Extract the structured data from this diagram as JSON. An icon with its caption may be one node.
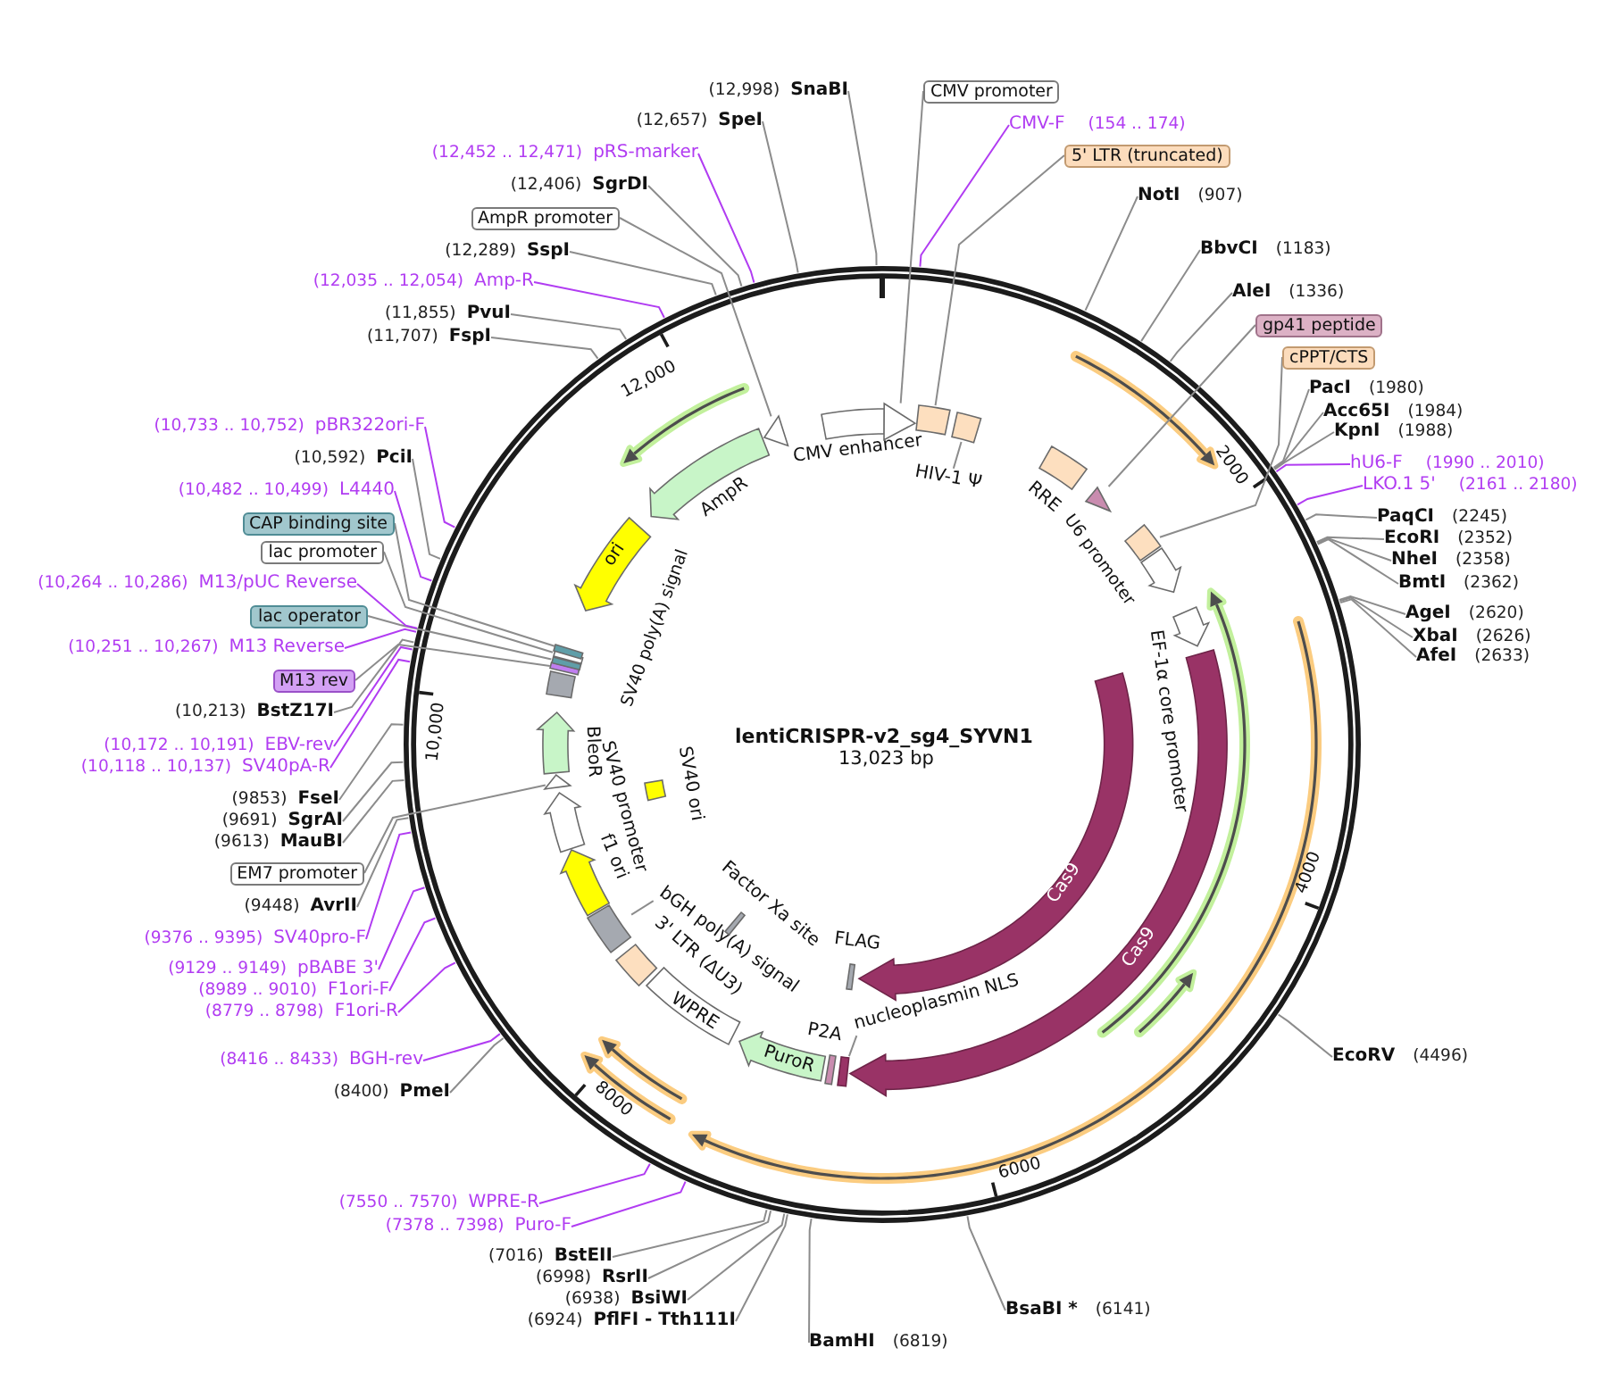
{
  "diagram": {
    "title": "lentiCRISPR-v2_sg4_SYVN1",
    "nodes": [
      {
        "text": [
          "(12,998)",
          "SnaBI"
        ]
      },
      {
        "text": [
          "CMV promoter"
        ]
      },
      {
        "text": [
          "CMV-F",
          "(154 .. 174)"
        ]
      },
      {
        "text": [
          "5' LTR (truncated)"
        ]
      },
      {
        "text": [
          "NotI",
          "(907)"
        ]
      },
      {
        "text": [
          "BbvCI",
          "(1183)"
        ]
      },
      {
        "text": [
          "AleI",
          "(1336)"
        ]
      },
      {
        "text": [
          "gp41 peptide"
        ]
      },
      {
        "text": [
          "cPPT/CTS"
        ]
      },
      {
        "text": [
          "PacI",
          "(1980)"
        ]
      },
      {
        "text": [
          "Acc65I",
          "(1984)"
        ]
      },
      {
        "text": [
          "KpnI",
          "(1988)"
        ]
      },
      {
        "text": [
          "hU6-F",
          "(1990 .. 2010)"
        ]
      },
      {
        "text": [
          "LKO.1 5'",
          "(2161 .. 2180)"
        ]
      },
      {
        "text": [
          "PaqCI",
          "(2245)"
        ]
      },
      {
        "text": [
          "EcoRI",
          "(2352)"
        ]
      },
      {
        "text": [
          "NheI",
          "(2358)"
        ]
      },
      {
        "text": [
          "BmtI",
          "(2362)"
        ]
      },
      {
        "text": [
          "AgeI",
          "(2620)"
        ]
      },
      {
        "text": [
          "XbaI",
          "(2626)"
        ]
      },
      {
        "text": [
          "AfeI",
          "(2633)"
        ]
      },
      {
        "text": [
          "EcoRV",
          "(4496)"
        ]
      },
      {
        "text": [
          "BsaBI *",
          "(6141)"
        ]
      },
      {
        "text": [
          "BamHI",
          "(6819)"
        ]
      },
      {
        "text": [
          "(6924)",
          "PflFI - Tth111I"
        ]
      },
      {
        "text": [
          "(6938)",
          "BsiWI"
        ]
      },
      {
        "text": [
          "(6998)",
          "RsrII"
        ]
      },
      {
        "text": [
          "(7016)",
          "BstEII"
        ]
      },
      {
        "text": [
          "(7378 .. 7398)",
          "Puro-F"
        ]
      },
      {
        "text": [
          "(7550 .. 7570)",
          "WPRE-R"
        ]
      },
      {
        "text": [
          "(8400)",
          "PmeI"
        ]
      },
      {
        "text": [
          "(8416 .. 8433)",
          "BGH-rev"
        ]
      },
      {
        "text": [
          "(8779 .. 8798)",
          "F1ori-R"
        ]
      },
      {
        "text": [
          "(8989 .. 9010)",
          "F1ori-F"
        ]
      },
      {
        "text": [
          "(9129 .. 9149)",
          "pBABE 3'"
        ]
      },
      {
        "text": [
          "(9376 .. 9395)",
          "SV40pro-F"
        ]
      },
      {
        "text": [
          "(9448)",
          "AvrII"
        ]
      },
      {
        "text": [
          "EM7 promoter"
        ]
      },
      {
        "text": [
          "(9613)",
          "MauBI"
        ]
      },
      {
        "text": [
          "(9691)",
          "SgrAI"
        ]
      },
      {
        "text": [
          "(9853)",
          "FseI"
        ]
      },
      {
        "text": [
          "(10,118 .. 10,137)",
          "SV40pA-R"
        ]
      },
      {
        "text": [
          "(10,172 .. 10,191)",
          "EBV-rev"
        ]
      },
      {
        "text": [
          "(10,213)",
          "BstZ17I"
        ]
      },
      {
        "text": [
          "M13 rev"
        ]
      },
      {
        "text": [
          "(10,251 .. 10,267)",
          "M13 Reverse"
        ]
      },
      {
        "text": [
          "lac operator"
        ]
      },
      {
        "text": [
          "(10,264 .. 10,286)",
          "M13/pUC Reverse"
        ]
      },
      {
        "text": [
          "lac promoter"
        ]
      },
      {
        "text": [
          "CAP binding site"
        ]
      },
      {
        "text": [
          "(10,482 .. 10,499)",
          "L4440"
        ]
      },
      {
        "text": [
          "(10,592)",
          "PciI"
        ]
      },
      {
        "text": [
          "(10,733 .. 10,752)",
          "pBR322ori-F"
        ]
      },
      {
        "text": [
          "(11,707)",
          "FspI"
        ]
      },
      {
        "text": [
          "(11,855)",
          "PvuI"
        ]
      },
      {
        "text": [
          "(12,035 .. 12,054)",
          "Amp-R"
        ]
      },
      {
        "text": [
          "(12,289)",
          "SspI"
        ]
      },
      {
        "text": [
          "AmpR promoter"
        ]
      },
      {
        "text": [
          "(12,406)",
          "SgrDI"
        ]
      },
      {
        "text": [
          "(12,452 .. 12,471)",
          "pRS-marker"
        ]
      },
      {
        "text": [
          "(12,657)",
          "SpeI"
        ]
      },
      {
        "text": [],
        "shape": "box",
        "beside": [
          "CMV enhancer"
        ]
      },
      {
        "text": [],
        "shape": "arrow"
      },
      {
        "text": [],
        "shape": "box"
      },
      {
        "text": [],
        "shape": "box"
      },
      {
        "text": [],
        "shape": "box",
        "beside": [
          "RRE"
        ]
      },
      {
        "text": [],
        "shape": "arrow"
      },
      {
        "text": [],
        "shape": "box"
      },
      {
        "text": [],
        "shape": "arrow"
      },
      {
        "text": [],
        "shape": "arrow",
        "beside": [
          "EF-1α core promoter"
        ]
      },
      {
        "text": [
          "Cas9"
        ]
      },
      {
        "text": [],
        "shape": "bar"
      },
      {
        "text": [],
        "shape": "bar"
      },
      {
        "text": [
          "PuroR"
        ]
      },
      {
        "text": [
          "WPRE"
        ]
      },
      {
        "text": [],
        "shape": "box",
        "beside": [
          "3' LTR (ΔU3)"
        ]
      },
      {
        "text": [],
        "shape": "box"
      },
      {
        "text": [],
        "shape": "arrow",
        "beside": [
          "f1 ori"
        ]
      },
      {
        "text": [],
        "shape": "arrow"
      },
      {
        "text": [],
        "shape": "arrow"
      },
      {
        "text": [],
        "shape": "arrow",
        "beside": [
          "BleoR"
        ]
      },
      {
        "text": [],
        "shape": "box"
      },
      {
        "text": [],
        "shape": "bar"
      },
      {
        "text": [],
        "shape": "bar"
      },
      {
        "text": [],
        "shape": "bar"
      },
      {
        "text": [],
        "shape": "bar"
      },
      {
        "text": [
          "ori"
        ]
      },
      {
        "text": [],
        "shape": "arrow",
        "beside": [
          "AmpR"
        ]
      },
      {
        "text": [],
        "shape": "arrow"
      },
      {
        "text": [
          "Cas9"
        ]
      },
      {
        "text": [],
        "shape": "bar"
      },
      {
        "text": [],
        "shape": "box",
        "beside": [
          "SV40 ori"
        ]
      },
      {
        "text": [
          "HIV-1 Ψ"
        ]
      },
      {
        "text": [
          "bGH poly(A) signal"
        ]
      },
      {
        "text": [
          "nucleoplasmin NLS"
        ]
      },
      {
        "text": [],
        "shape": "bar",
        "beside": [
          "Factor Xa site"
        ]
      }
    ],
    "edges": [
      {
        "from": 0,
        "to": null,
        "arrow": "none"
      },
      {
        "from": 1,
        "to": 62,
        "arrow": "none"
      },
      {
        "from": 2,
        "to": null,
        "arrow": "none",
        "color": "#b13cf2"
      },
      {
        "from": 3,
        "to": 63,
        "arrow": "none"
      },
      {
        "from": 4,
        "to": null,
        "arrow": "none"
      },
      {
        "from": 5,
        "to": null,
        "arrow": "none"
      },
      {
        "from": 6,
        "to": null,
        "arrow": "none"
      },
      {
        "from": 7,
        "to": 66,
        "arrow": "none"
      },
      {
        "from": 8,
        "to": 67,
        "arrow": "none"
      },
      {
        "from": 9,
        "to": null,
        "arrow": "none"
      },
      {
        "from": 10,
        "to": null,
        "arrow": "none"
      },
      {
        "from": 11,
        "to": null,
        "arrow": "none"
      },
      {
        "from": 12,
        "to": null,
        "arrow": "none",
        "color": "#b13cf2"
      },
      {
        "from": 13,
        "to": null,
        "arrow": "none",
        "color": "#b13cf2"
      },
      {
        "from": 14,
        "to": null,
        "arrow": "none"
      },
      {
        "from": 15,
        "to": null,
        "arrow": "none"
      },
      {
        "from": 16,
        "to": null,
        "arrow": "none"
      },
      {
        "from": 17,
        "to": null,
        "arrow": "none"
      },
      {
        "from": 18,
        "to": null,
        "arrow": "none"
      },
      {
        "from": 19,
        "to": null,
        "arrow": "none"
      },
      {
        "from": 20,
        "to": null,
        "arrow": "none"
      },
      {
        "from": 21,
        "to": null,
        "arrow": "none"
      },
      {
        "from": 22,
        "to": null,
        "arrow": "none"
      },
      {
        "from": 23,
        "to": null,
        "arrow": "none"
      },
      {
        "from": 24,
        "to": null,
        "arrow": "none"
      },
      {
        "from": 25,
        "to": null,
        "arrow": "none"
      },
      {
        "from": 26,
        "to": null,
        "arrow": "none"
      },
      {
        "from": 27,
        "to": null,
        "arrow": "none"
      },
      {
        "from": 28,
        "to": null,
        "arrow": "none",
        "color": "#b13cf2"
      },
      {
        "from": 29,
        "to": null,
        "arrow": "none",
        "color": "#b13cf2"
      },
      {
        "from": 30,
        "to": null,
        "arrow": "none"
      },
      {
        "from": 31,
        "to": null,
        "arrow": "none",
        "color": "#b13cf2"
      },
      {
        "from": 32,
        "to": null,
        "arrow": "none",
        "color": "#b13cf2"
      },
      {
        "from": 33,
        "to": null,
        "arrow": "none",
        "color": "#b13cf2"
      },
      {
        "from": 34,
        "to": null,
        "arrow": "none",
        "color": "#b13cf2"
      },
      {
        "from": 35,
        "to": null,
        "arrow": "none",
        "color": "#b13cf2"
      },
      {
        "from": 36,
        "to": null,
        "arrow": "none"
      },
      {
        "from": 37,
        "to": 79,
        "arrow": "none"
      },
      {
        "from": 38,
        "to": null,
        "arrow": "none"
      },
      {
        "from": 39,
        "to": null,
        "arrow": "none"
      },
      {
        "from": 40,
        "to": null,
        "arrow": "none"
      },
      {
        "from": 41,
        "to": null,
        "arrow": "none",
        "color": "#b13cf2"
      },
      {
        "from": 42,
        "to": null,
        "arrow": "none",
        "color": "#b13cf2"
      },
      {
        "from": 43,
        "to": null,
        "arrow": "none"
      },
      {
        "from": 44,
        "to": 82,
        "arrow": "none"
      },
      {
        "from": 45,
        "to": null,
        "arrow": "none",
        "color": "#b13cf2"
      },
      {
        "from": 46,
        "to": 83,
        "arrow": "none"
      },
      {
        "from": 47,
        "to": null,
        "arrow": "none",
        "color": "#b13cf2"
      },
      {
        "from": 48,
        "to": 84,
        "arrow": "none"
      },
      {
        "from": 49,
        "to": 85,
        "arrow": "none"
      },
      {
        "from": 50,
        "to": null,
        "arrow": "none",
        "color": "#b13cf2"
      },
      {
        "from": 51,
        "to": null,
        "arrow": "none"
      },
      {
        "from": 52,
        "to": null,
        "arrow": "none",
        "color": "#b13cf2"
      },
      {
        "from": 53,
        "to": null,
        "arrow": "none"
      },
      {
        "from": 54,
        "to": null,
        "arrow": "none"
      },
      {
        "from": 55,
        "to": null,
        "arrow": "none",
        "color": "#b13cf2"
      },
      {
        "from": 56,
        "to": null,
        "arrow": "none"
      },
      {
        "from": 57,
        "to": 88,
        "arrow": "none"
      },
      {
        "from": 58,
        "to": null,
        "arrow": "none"
      },
      {
        "from": 59,
        "to": null,
        "arrow": "none",
        "color": "#b13cf2"
      },
      {
        "from": 60,
        "to": null,
        "arrow": "none"
      },
      {
        "from": 92,
        "to": 64,
        "arrow": "none"
      },
      {
        "from": 93,
        "to": 76,
        "arrow": "none"
      },
      {
        "from": 94,
        "to": 71,
        "arrow": "none"
      }
    ],
    "labels": [
      "13,023 bp",
      "2000",
      "4000",
      "6000",
      "8000",
      "10,000",
      "12,000",
      "U6 promoter",
      "FLAG",
      "P2A",
      "SV40 promoter",
      "SV40 poly(A) signal"
    ]
  }
}
